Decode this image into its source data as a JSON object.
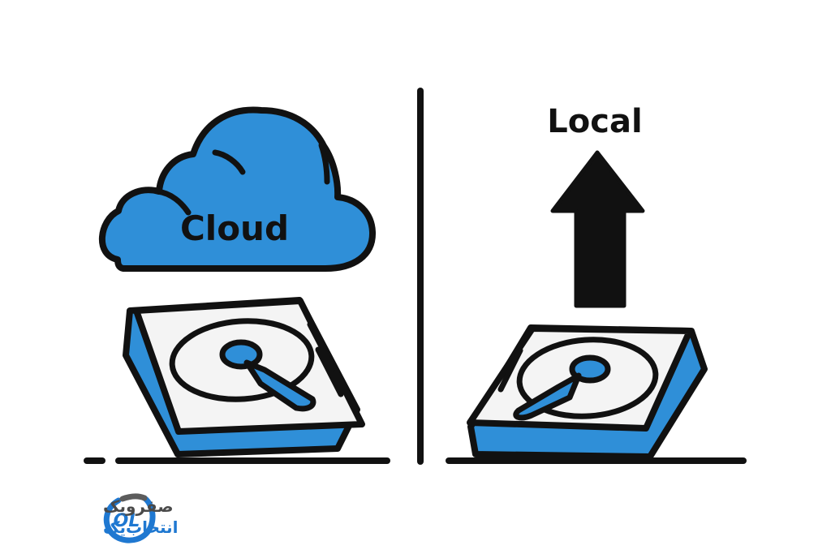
{
  "diagram": {
    "cloud_label": "Cloud",
    "local_label": "Local"
  },
  "brand": {
    "logo_mark": "OL",
    "name_line_1": "صفرویک",
    "name_line_2": "انتخاب‌یک"
  },
  "colors": {
    "blue": "#2f8fd8",
    "ink": "#111111",
    "platter": "#f4f4f4",
    "logo_gray": "#4a4a4a",
    "logo_blue": "#1f78d1"
  },
  "icons": {
    "cloud": "cloud-icon",
    "left_drive": "hard-drive-icon",
    "right_drive": "hard-drive-icon",
    "arrow": "upload-arrow-icon",
    "logo": "brand-logo-icon"
  }
}
